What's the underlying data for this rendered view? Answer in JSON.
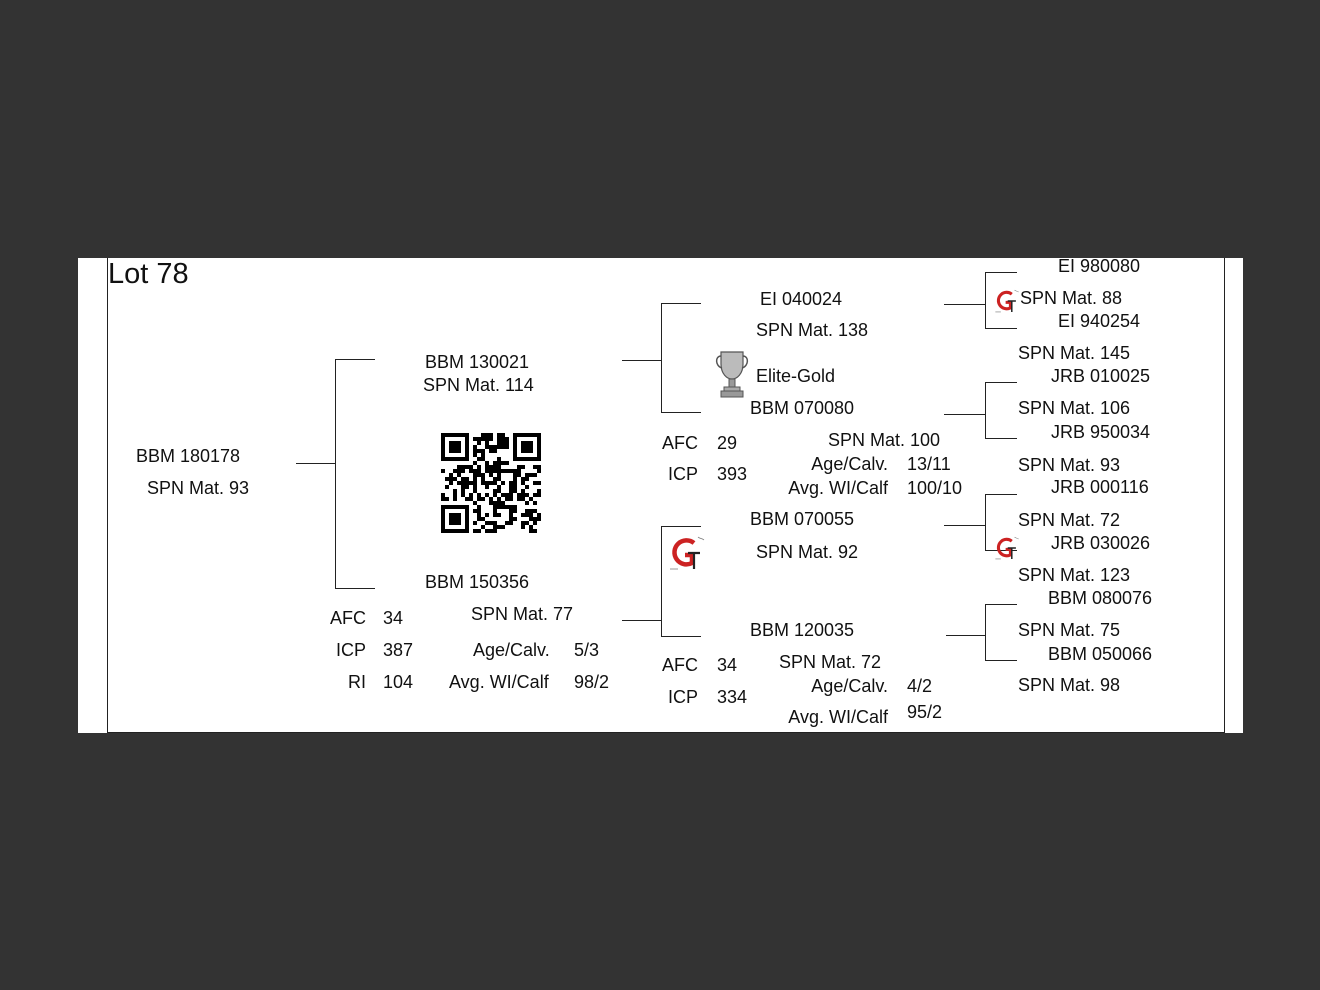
{
  "lot_label": "Lot 78",
  "animal": {
    "id": "BBM 180178",
    "spn": "SPN Mat. 93"
  },
  "sire": {
    "id": "BBM 130021",
    "spn": "SPN Mat. 114",
    "sire": {
      "id": "EI  040024",
      "spn": "SPN Mat. 138",
      "sire": {
        "id": "EI  980080",
        "spn": "SPN Mat. 88"
      },
      "dam": {
        "id": "EI  940254",
        "spn": "SPN Mat. 145"
      }
    },
    "dam": {
      "id": "BBM 070080",
      "spn": "SPN Mat. 100",
      "award": "Elite-Gold",
      "stats": {
        "afc_label": "AFC",
        "afc": "29",
        "icp_label": "ICP",
        "icp": "393",
        "age_label": "Age/Calv.",
        "age": "13/11",
        "wi_label": "Avg. WI/Calf",
        "wi": "100/10"
      },
      "sire": {
        "id": "JRB 010025",
        "spn": "SPN Mat. 106"
      },
      "dam": {
        "id": "JRB 950034",
        "spn": "SPN Mat. 93"
      }
    }
  },
  "dam": {
    "id": "BBM 150356",
    "spn": "SPN Mat. 77",
    "stats": {
      "afc_label": "AFC",
      "afc": "34",
      "icp_label": "ICP",
      "icp": "387",
      "ri_label": "RI",
      "ri": "104",
      "age_label": "Age/Calv.",
      "age": "5/3",
      "wi_label": "Avg. WI/Calf",
      "wi": "98/2"
    },
    "sire": {
      "id": "BBM 070055",
      "spn": "SPN Mat. 92",
      "sire": {
        "id": "JRB 000116",
        "spn": "SPN Mat. 72"
      },
      "dam": {
        "id": "JRB 030026",
        "spn": "SPN Mat. 123"
      }
    },
    "dam": {
      "id": "BBM 120035",
      "spn": "SPN Mat. 72",
      "stats": {
        "afc_label": "AFC",
        "afc": "34",
        "icp_label": "ICP",
        "icp": "334",
        "age_label": "Age/Calv.",
        "age": "4/2",
        "wi_label": "Avg. WI/Calf",
        "wi": "95/2"
      },
      "sire": {
        "id": "BBM 080076",
        "spn": "SPN Mat. 75"
      },
      "dam": {
        "id": "BBM 050066",
        "spn": "SPN Mat. 98"
      }
    }
  },
  "icons": {
    "qr": "qr-code-icon",
    "trophy": "trophy-icon",
    "gt_logo": "gt-logo-icon"
  },
  "colors": {
    "page_bg": "#333333",
    "sheet_bg": "#ffffff",
    "text": "#111111",
    "logo_red": "#cc2222"
  }
}
